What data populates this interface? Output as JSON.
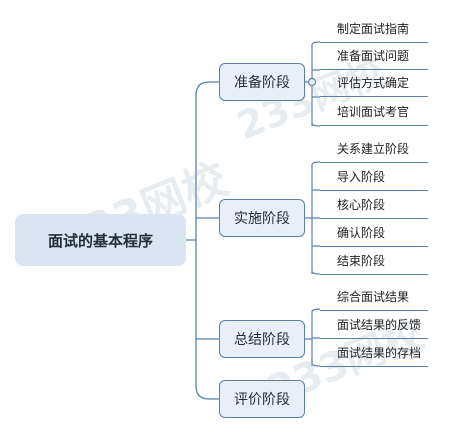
{
  "root": {
    "label": "面试的基本程序"
  },
  "stages": [
    {
      "label": "准备阶段",
      "items": [
        "制定面试指南",
        "准备面试问题",
        "评估方式确定",
        "培训面试考官"
      ]
    },
    {
      "label": "实施阶段",
      "items": [
        "关系建立阶段",
        "导入阶段",
        "核心阶段",
        "确认阶段",
        "结束阶段"
      ]
    },
    {
      "label": "总结阶段",
      "items": [
        "综合面试结果",
        "面试结果的反馈",
        "面试结果的存档"
      ]
    },
    {
      "label": "评价阶段",
      "items": []
    }
  ],
  "watermarks": [
    "233网校",
    "233网校",
    "233网校"
  ],
  "colors": {
    "connector": "#5a7fb0",
    "root_fill": "#dbe5f2",
    "stage_fill": "#e9eff8"
  }
}
